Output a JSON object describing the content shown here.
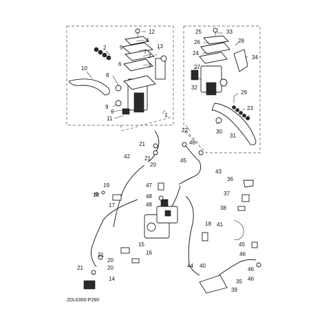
{
  "diagram_code": "2DL6300-P280",
  "callouts": {
    "1": "1",
    "2": "2",
    "3": "3",
    "4": "4",
    "5": "5",
    "6": "6",
    "7": "7",
    "8": "8",
    "9": "9",
    "10": "10",
    "11": "11",
    "12": "12",
    "13": "13",
    "14": "14",
    "15": "15",
    "16": "16",
    "17": "17",
    "18": "18",
    "19": "19",
    "20": "20",
    "21": "21",
    "22": "22",
    "23": "23",
    "24": "24",
    "25": "25",
    "26": "26",
    "27": "27",
    "28": "28",
    "29": "29",
    "30": "30",
    "31": "31",
    "32": "32",
    "33": "33",
    "34": "34",
    "35": "35",
    "36": "36",
    "37": "37",
    "38": "38",
    "39": "39",
    "40": "40",
    "41": "41",
    "42": "42",
    "43": "43",
    "44": "44",
    "45": "45",
    "46": "46",
    "47": "47",
    "48": "48"
  }
}
